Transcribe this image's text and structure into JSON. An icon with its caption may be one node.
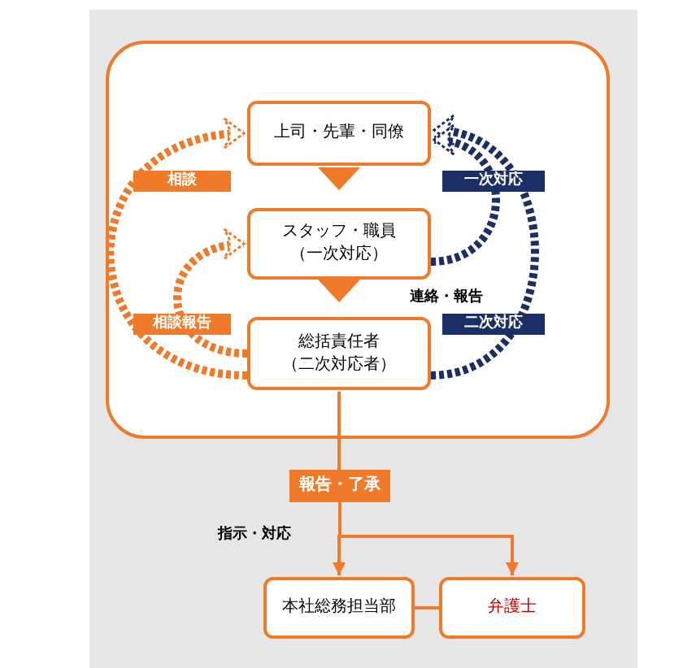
{
  "diagram": {
    "nodes": [
      {
        "text": [],
        "shape": "box"
      },
      {
        "text": [
          "上司・先輩・同僚"
        ],
        "in": 0
      },
      {
        "text": [
          "スタッフ・職員（一次対応）"
        ],
        "in": 0
      },
      {
        "text": [
          "総括責任者（二次対応者）"
        ],
        "in": 0
      },
      {
        "text": [
          "報告・了承"
        ]
      },
      {
        "text": [
          "本社総務担当部"
        ]
      },
      {
        "text": [
          "弁護士"
        ]
      }
    ],
    "edges": [
      {
        "from": 1,
        "to": 2,
        "arrow": "to"
      },
      {
        "from": 2,
        "to": 3,
        "arrow": "to",
        "label": "連絡・報告"
      },
      {
        "from": 3,
        "to": 1,
        "arrow": "to",
        "label": "相談",
        "style": "dashed"
      },
      {
        "from": 3,
        "to": 2,
        "arrow": "to",
        "label": "相談報告",
        "style": "dashed"
      },
      {
        "from": 3,
        "to": 1,
        "arrow": "to",
        "label": "二次対応",
        "style": "dashed",
        "color": "#1b2f66"
      },
      {
        "from": 2,
        "to": 1,
        "arrow": "to",
        "label": "一次対応",
        "style": "dashed",
        "color": "#1b2f66"
      },
      {
        "from": 3,
        "to": 4,
        "arrow": "none"
      },
      {
        "from": 4,
        "to": 5,
        "arrow": "to",
        "label": "指示・対応"
      },
      {
        "from": 4,
        "to": 6,
        "arrow": "to"
      },
      {
        "from": 5,
        "to": 6,
        "arrow": "none"
      }
    ]
  }
}
